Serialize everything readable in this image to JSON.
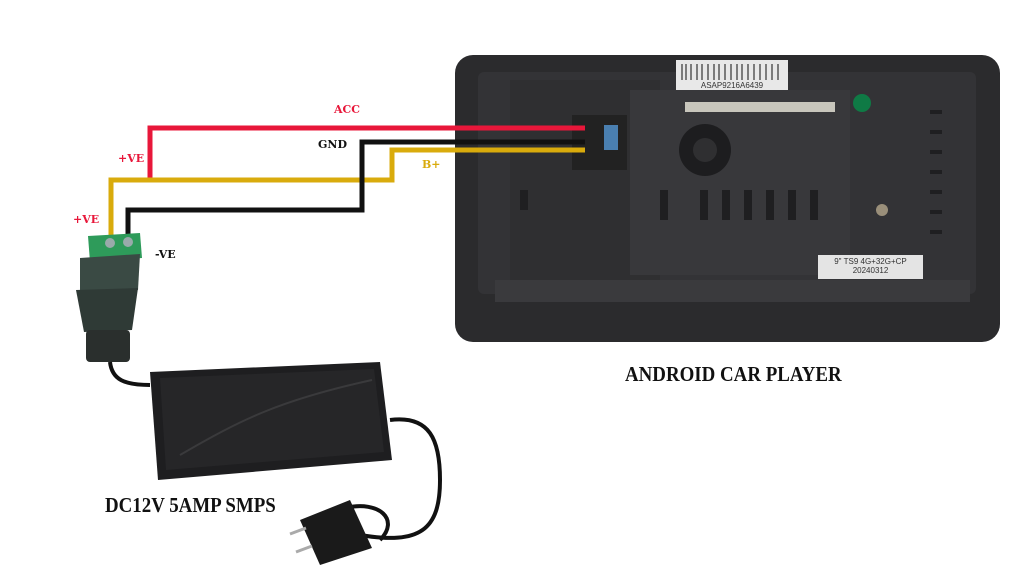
{
  "labels": {
    "acc": "ACC",
    "gnd": "GND",
    "b_plus": "B+",
    "ve_plus_top": "+VE",
    "ve_plus_bottom": "+VE",
    "ve_minus": "-VE"
  },
  "captions": {
    "player": "ANDROID CAR PLAYER",
    "psu": "DC12V 5AMP SMPS"
  },
  "stickers": {
    "barcode_text": "ASAP9216A6439",
    "model_line1": "9\"  TS9 4G+32G+CP",
    "model_line2": "20240312"
  },
  "colors": {
    "acc": "#e8173a",
    "gnd": "#111111",
    "b_plus": "#d9ab0c"
  }
}
